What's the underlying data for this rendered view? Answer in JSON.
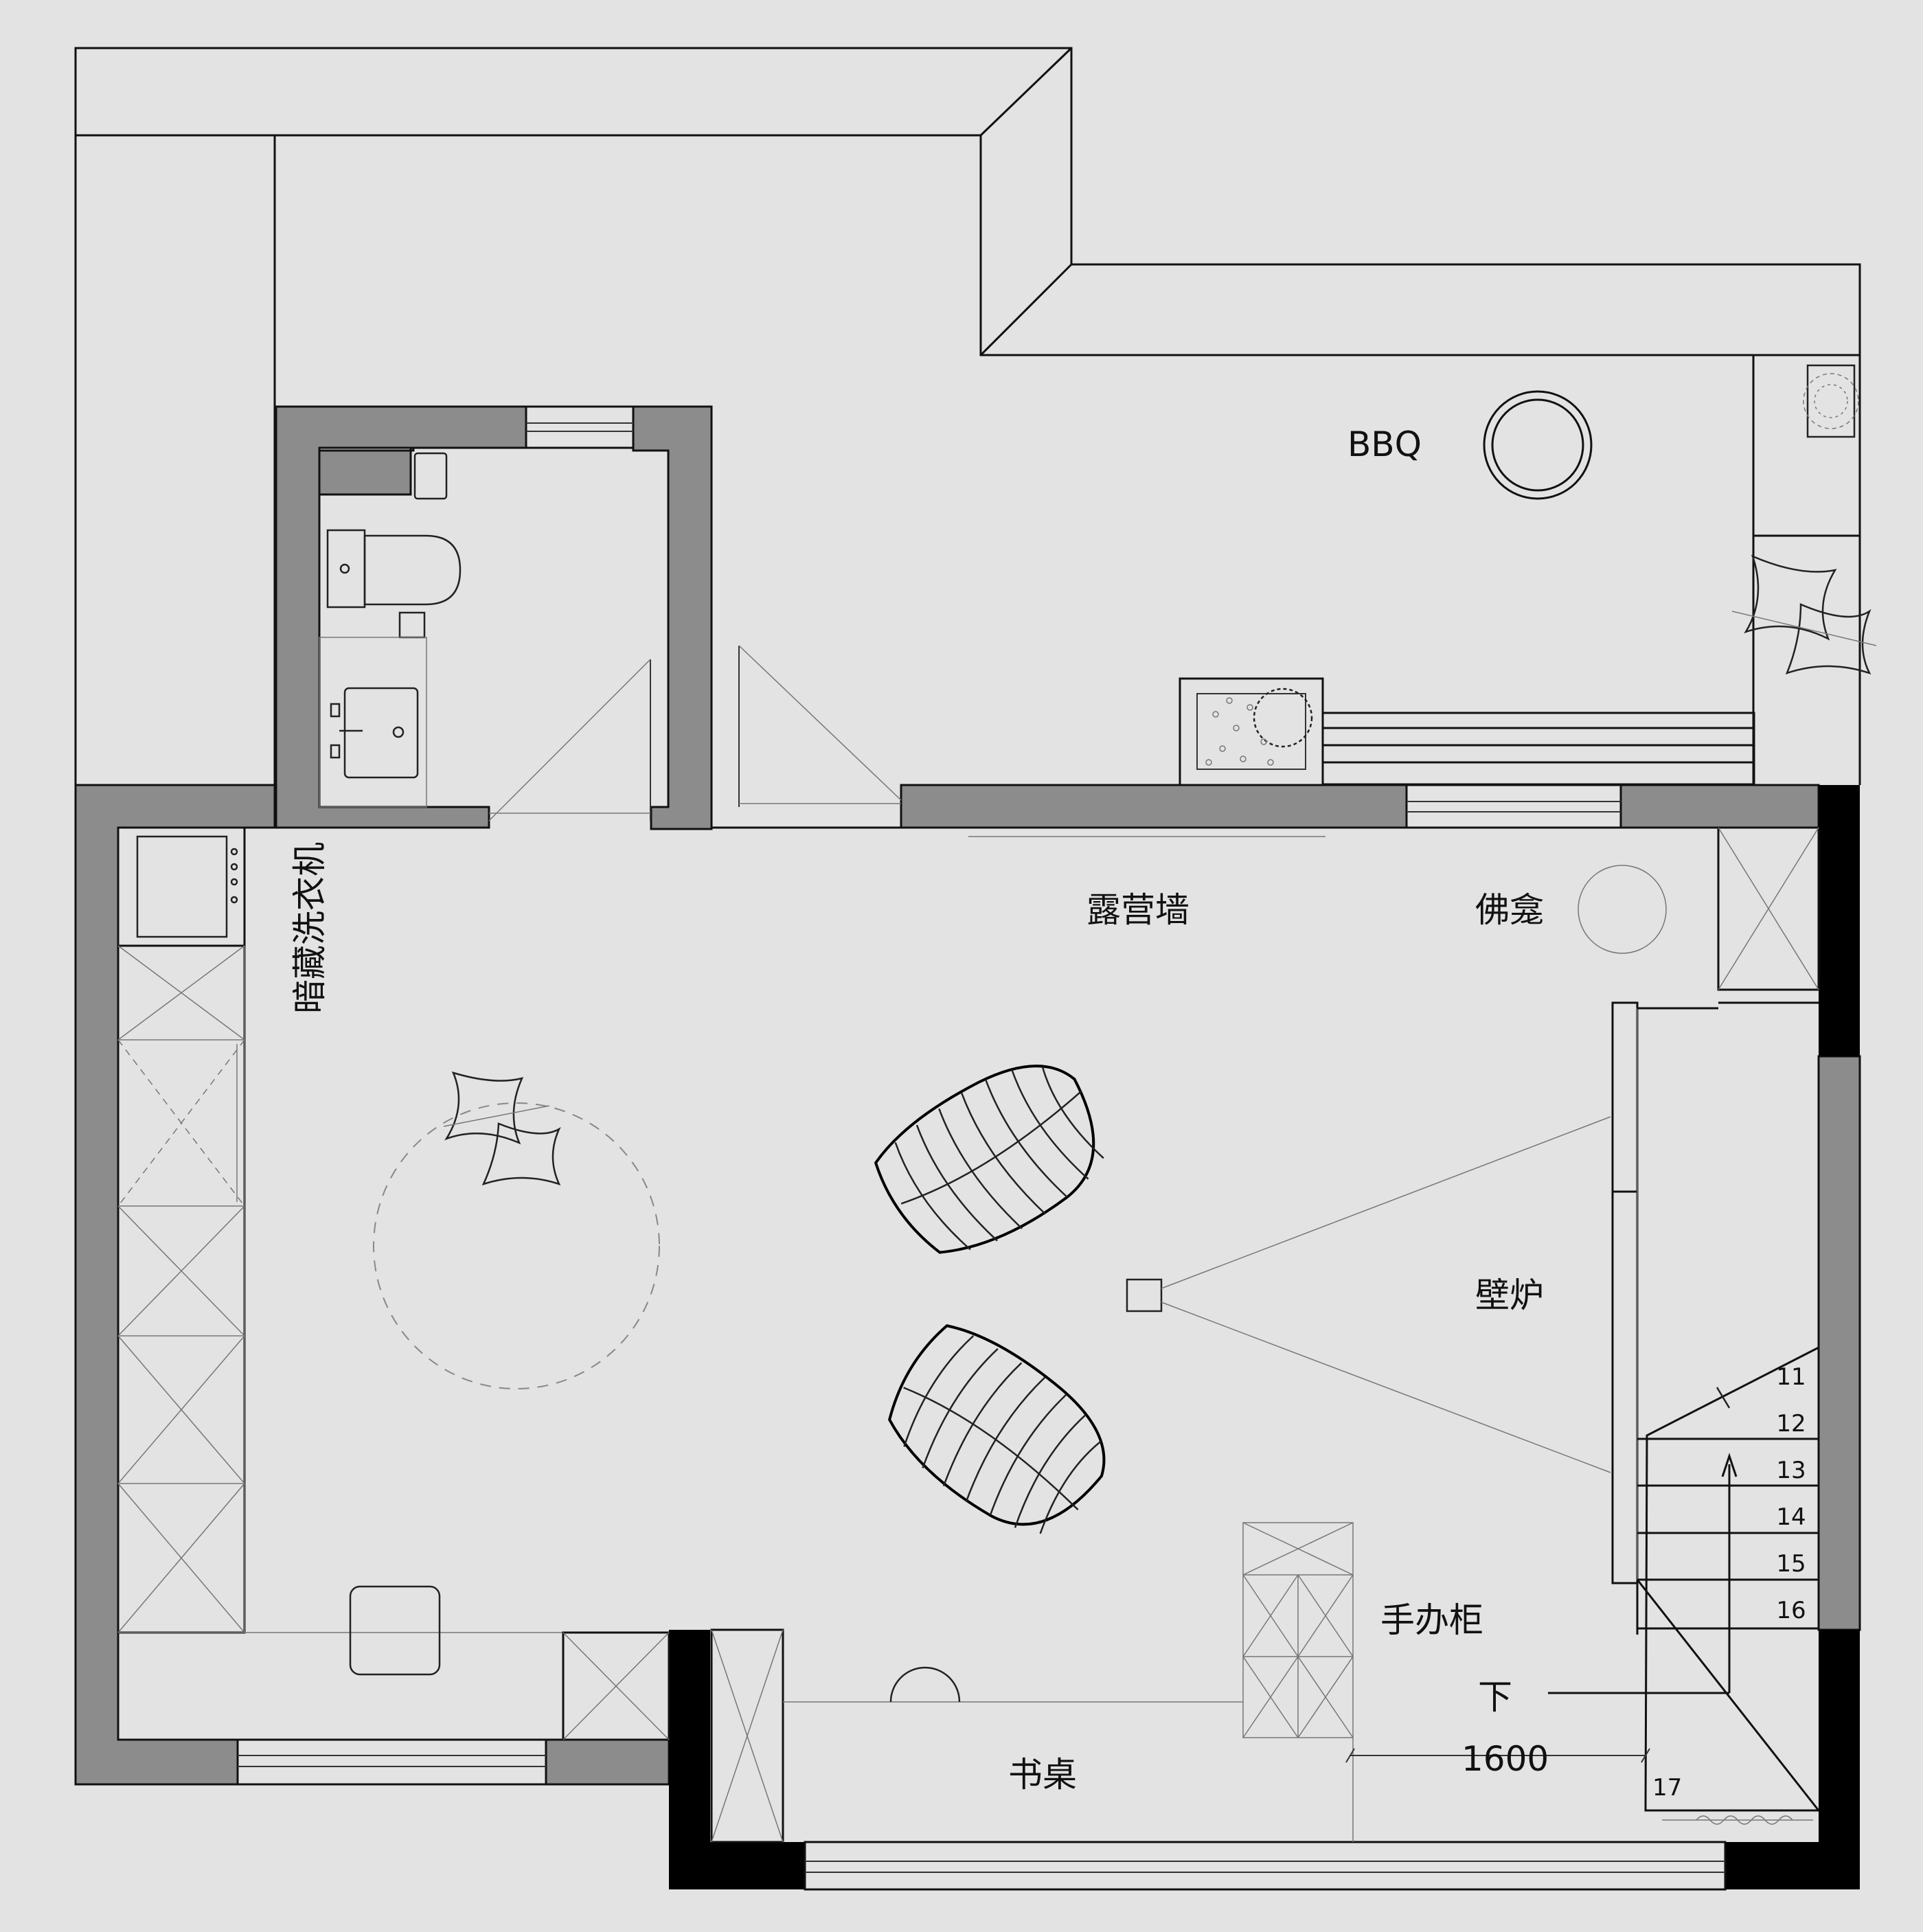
{
  "labels": {
    "bbq": "BBQ",
    "washer": "暗藏洗衣机",
    "camp_wall": "露营墙",
    "shrine": "佛龛",
    "fireplace": "壁炉",
    "figure_cabinet": "手办柜",
    "down": "下",
    "dimension": "1600",
    "desk": "书桌"
  },
  "stairs": {
    "steps": [
      "11",
      "12",
      "13",
      "14",
      "15",
      "16"
    ],
    "landing": "17"
  }
}
